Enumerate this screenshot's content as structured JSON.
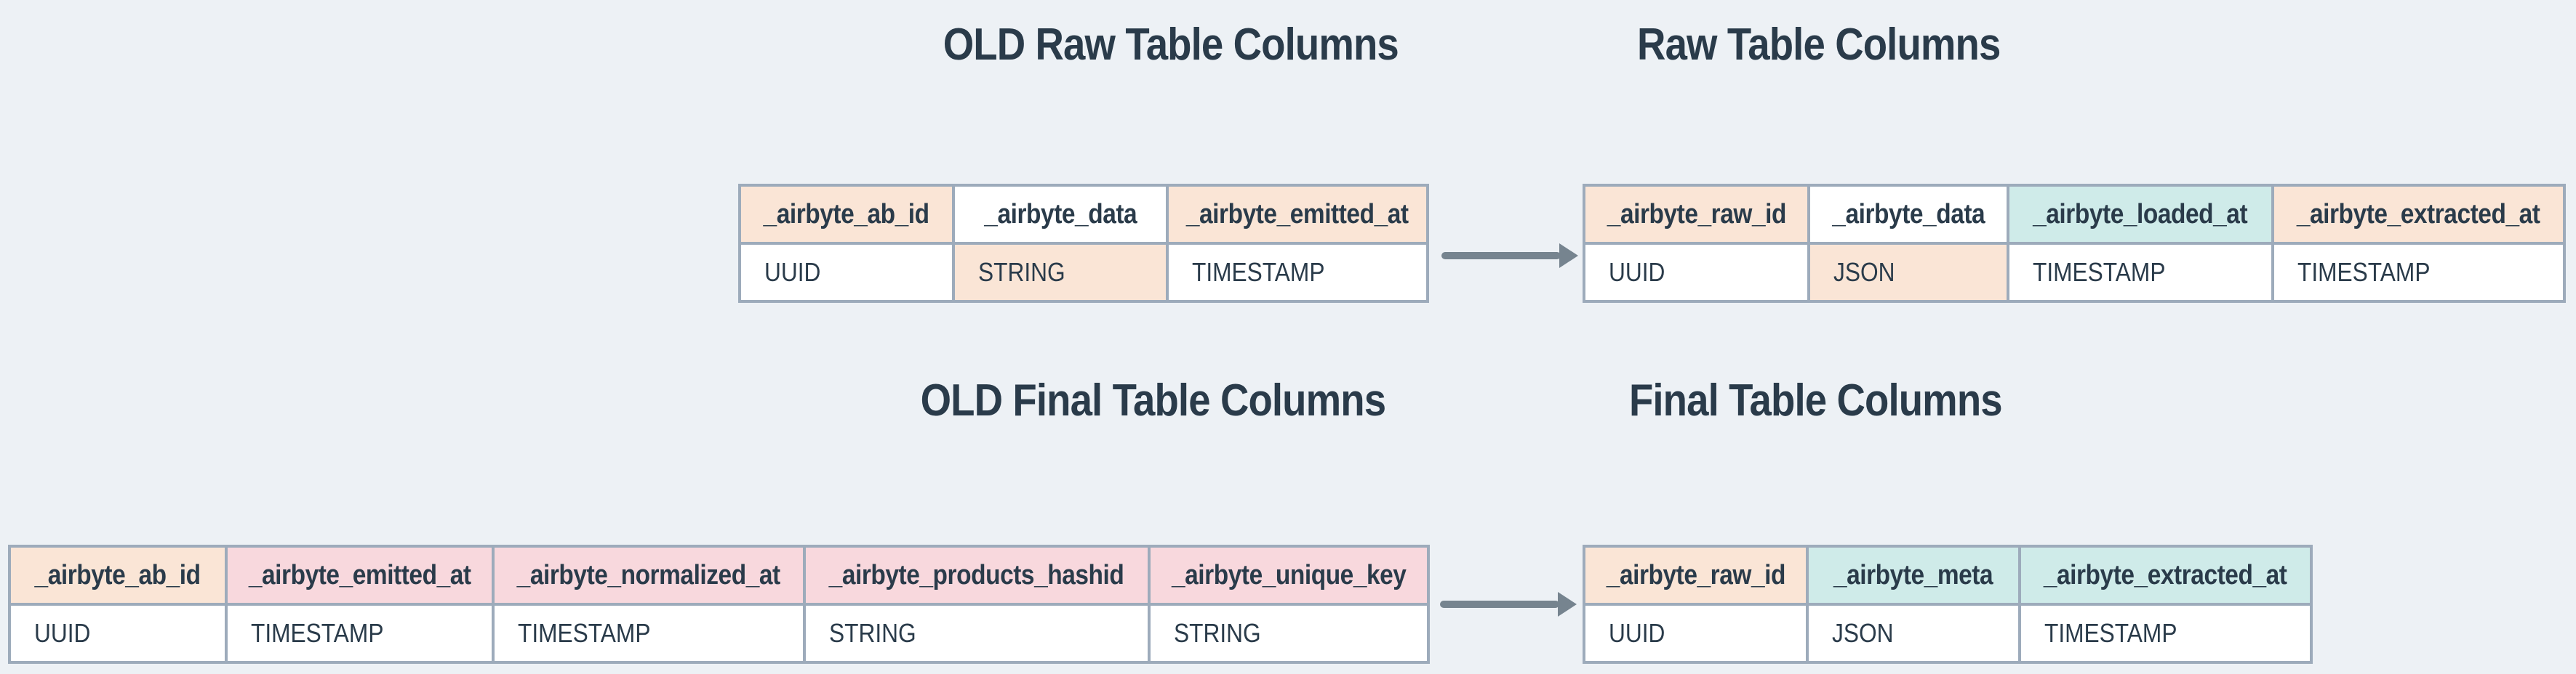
{
  "colors": {
    "background": "#edf1f5",
    "border": "#9dabbb",
    "arrow": "#76848f",
    "text": "#2a3b4a",
    "peach": "#fae5d6",
    "pink": "#f8d8dd",
    "teal": "#cfebe9",
    "white": "#ffffff"
  },
  "icons": {
    "arrow-right": "css-triangle-right"
  },
  "titles": [
    {
      "text": "OLD Raw Table Columns"
    },
    {
      "text": "Raw Table Columns"
    },
    {
      "text": "OLD Final Table Columns"
    },
    {
      "text": "Final Table Columns"
    }
  ],
  "tables": [
    {
      "name": "old-raw-table",
      "columns": [
        {
          "header": "_airbyte_ab_id",
          "header_bg": "peach",
          "type": "UUID",
          "type_bg": "white"
        },
        {
          "header": "_airbyte_data",
          "header_bg": "white",
          "type": "STRING",
          "type_bg": "peach"
        },
        {
          "header": "_airbyte_emitted_at",
          "header_bg": "peach",
          "type": "TIMESTAMP",
          "type_bg": "white"
        }
      ]
    },
    {
      "name": "new-raw-table",
      "columns": [
        {
          "header": "_airbyte_raw_id",
          "header_bg": "peach",
          "type": "UUID",
          "type_bg": "white"
        },
        {
          "header": "_airbyte_data",
          "header_bg": "white",
          "type": "JSON",
          "type_bg": "peach"
        },
        {
          "header": "_airbyte_loaded_at",
          "header_bg": "teal",
          "type": "TIMESTAMP",
          "type_bg": "white"
        },
        {
          "header": "_airbyte_extracted_at",
          "header_bg": "peach",
          "type": "TIMESTAMP",
          "type_bg": "white"
        }
      ]
    },
    {
      "name": "old-final-table",
      "columns": [
        {
          "header": "_airbyte_ab_id",
          "header_bg": "peach",
          "type": "UUID",
          "type_bg": "white"
        },
        {
          "header": "_airbyte_emitted_at",
          "header_bg": "pink",
          "type": "TIMESTAMP",
          "type_bg": "white"
        },
        {
          "header": "_airbyte_normalized_at",
          "header_bg": "pink",
          "type": "TIMESTAMP",
          "type_bg": "white"
        },
        {
          "header": "_airbyte_products_hashid",
          "header_bg": "pink",
          "type": "STRING",
          "type_bg": "white"
        },
        {
          "header": "_airbyte_unique_key",
          "header_bg": "pink",
          "type": "STRING",
          "type_bg": "white"
        }
      ]
    },
    {
      "name": "new-final-table",
      "columns": [
        {
          "header": "_airbyte_raw_id",
          "header_bg": "peach",
          "type": "UUID",
          "type_bg": "white"
        },
        {
          "header": "_airbyte_meta",
          "header_bg": "teal",
          "type": "JSON",
          "type_bg": "white"
        },
        {
          "header": "_airbyte_extracted_at",
          "header_bg": "teal",
          "type": "TIMESTAMP",
          "type_bg": "white"
        }
      ]
    }
  ]
}
